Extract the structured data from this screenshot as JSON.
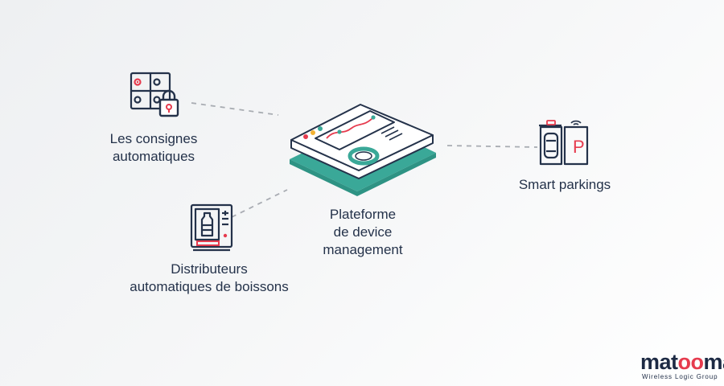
{
  "nodes": {
    "lockers": {
      "line1": "Les consignes",
      "line2": "automatiques"
    },
    "vending": {
      "line1": "Distributeurs",
      "line2": "automatiques de boissons"
    },
    "platform": {
      "line1": "Plateforme",
      "line2": "de device",
      "line3": "management"
    },
    "parking": {
      "line1": "Smart parkings"
    }
  },
  "icons": {
    "lockers": "locker-grid-icon",
    "lock": "padlock-icon",
    "vending": "vending-machine-icon",
    "platform": "device-platform-icon",
    "parking": "parking-icon"
  },
  "parking_sign": "P",
  "logo": {
    "name_start": "mat",
    "name_accent": "oo",
    "name_end": "ma",
    "tagline": "Wireless Logic Group"
  },
  "colors": {
    "ink": "#24324a",
    "accent_red": "#e63b4e",
    "teal": "#3aa898",
    "teal_dark": "#2e9384",
    "connector": "#a8acb2"
  }
}
